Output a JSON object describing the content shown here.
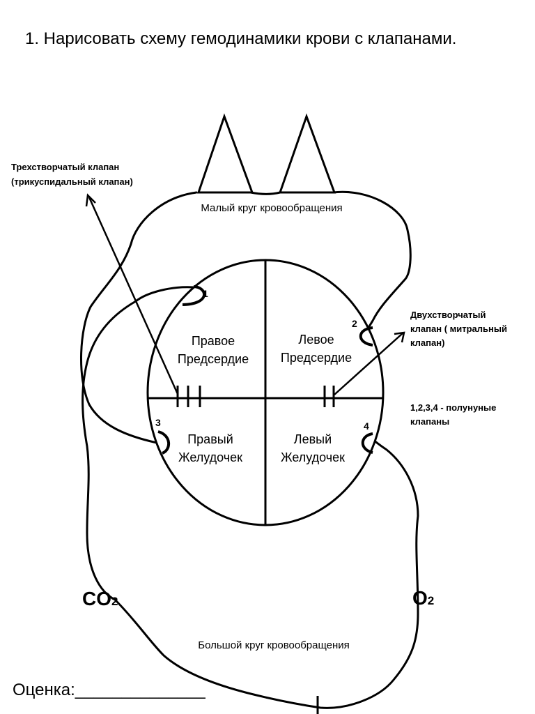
{
  "title": "1. Нарисовать схему гемодинамики крови с клапанами.",
  "pulmonary_circle_label": "Малый круг кровообращения",
  "systemic_circle_label": "Большой круг кровообращения",
  "chambers": {
    "right_atrium": [
      "Правое",
      "Предсердие"
    ],
    "left_atrium": [
      "Левое",
      "Предсердие"
    ],
    "right_ventricle": [
      "Правый",
      "Желудочек"
    ],
    "left_ventricle": [
      "Левый",
      "Желудочек"
    ]
  },
  "tricuspid_note": [
    "Трехстворчатый клапан",
    "(трикуспидальный клапан)"
  ],
  "mitral_note": [
    "Двухстворчатый",
    "клапан ( митральный",
    "клапан)"
  ],
  "semilunar_note": [
    "1,2,3,4 - полунуные",
    "клапаны"
  ],
  "valve_numbers": [
    "1",
    "2",
    "3",
    "4"
  ],
  "gases": {
    "co2": "CO",
    "co2_sub": "2",
    "o2": "O",
    "o2_sub": "2"
  },
  "grade_label": "Оценка:",
  "grade_blank": "______________"
}
